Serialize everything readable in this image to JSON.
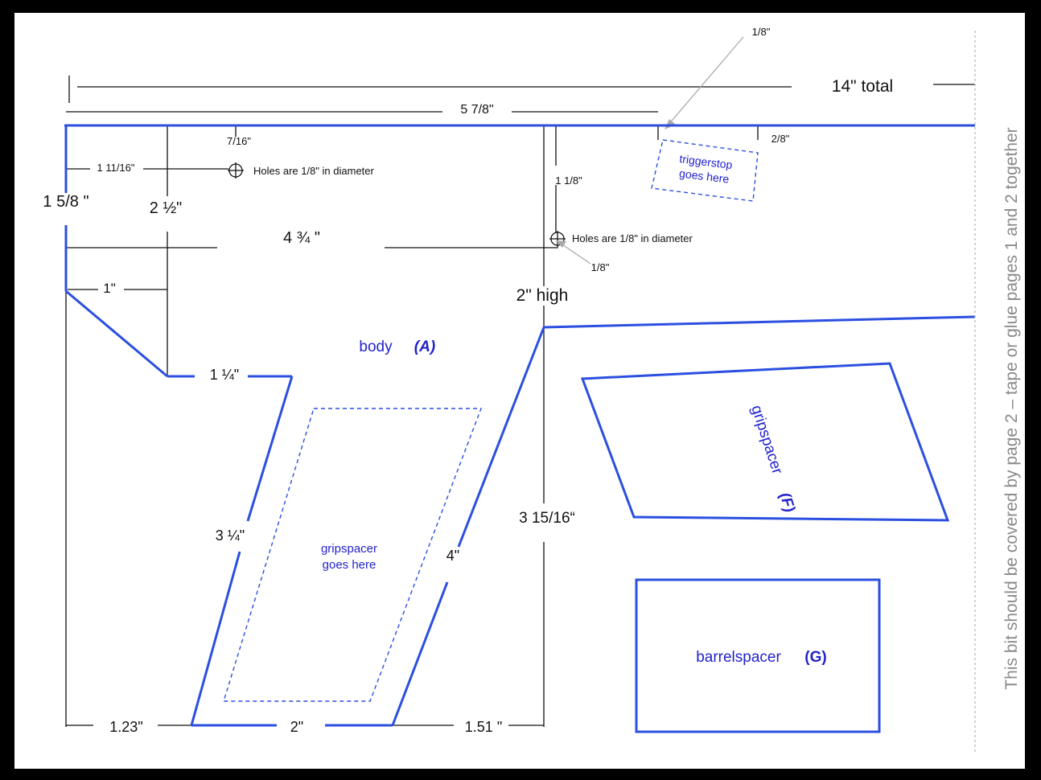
{
  "colors": {
    "background": "#000000",
    "paper": "#ffffff",
    "outline": "#2b4fe0",
    "dimension_line": "#111111",
    "label_blue": "#2222cc",
    "side_note": "#8a8a8a"
  },
  "dimensions": {
    "total": "14\" total",
    "five_seven_eighths": "5 7/8\"",
    "one_eighth_top": "1/8\"",
    "seven_sixteenths": "7/16\"",
    "one_eleven_sixteenths": "1  11/16\"",
    "one_five_eighths": "1 5/8 \"",
    "two_half": "2 ½\"",
    "four_three_quarters": "4 ¾ \"",
    "one_inch": "1\"",
    "one_quarter": "1 ¼\"",
    "three_quarter": "3 ¼\"",
    "one_eighth_mid": "1 1/8\"",
    "one_eighth_small": "1/8\"",
    "two_high": "2\" high",
    "two_eighths": "2/8\"",
    "three_fifteen_sixteenths": "3 15/16“",
    "four_inch": "4\"",
    "one_twenty_three": "1.23\"",
    "two_inch": "2\"",
    "one_fifty_one": "1.51 \""
  },
  "notes": {
    "holes_1": "Holes are 1/8\" in diameter",
    "holes_2": "Holes are 1/8\" in diameter",
    "triggerstop_line1": "triggerstop",
    "triggerstop_line2": "goes here",
    "gripspacer_line1": "gripspacer",
    "gripspacer_line2": "goes here",
    "side_note": "This bit should be covered by page 2 – tape or glue pages 1 and 2 together"
  },
  "parts": {
    "body_name": "body",
    "body_letter": "(A)",
    "gripspacer_name": "gripspacer",
    "gripspacer_letter": "(F)",
    "barrelspacer_name": "barrelspacer",
    "barrelspacer_letter": "(G)"
  }
}
